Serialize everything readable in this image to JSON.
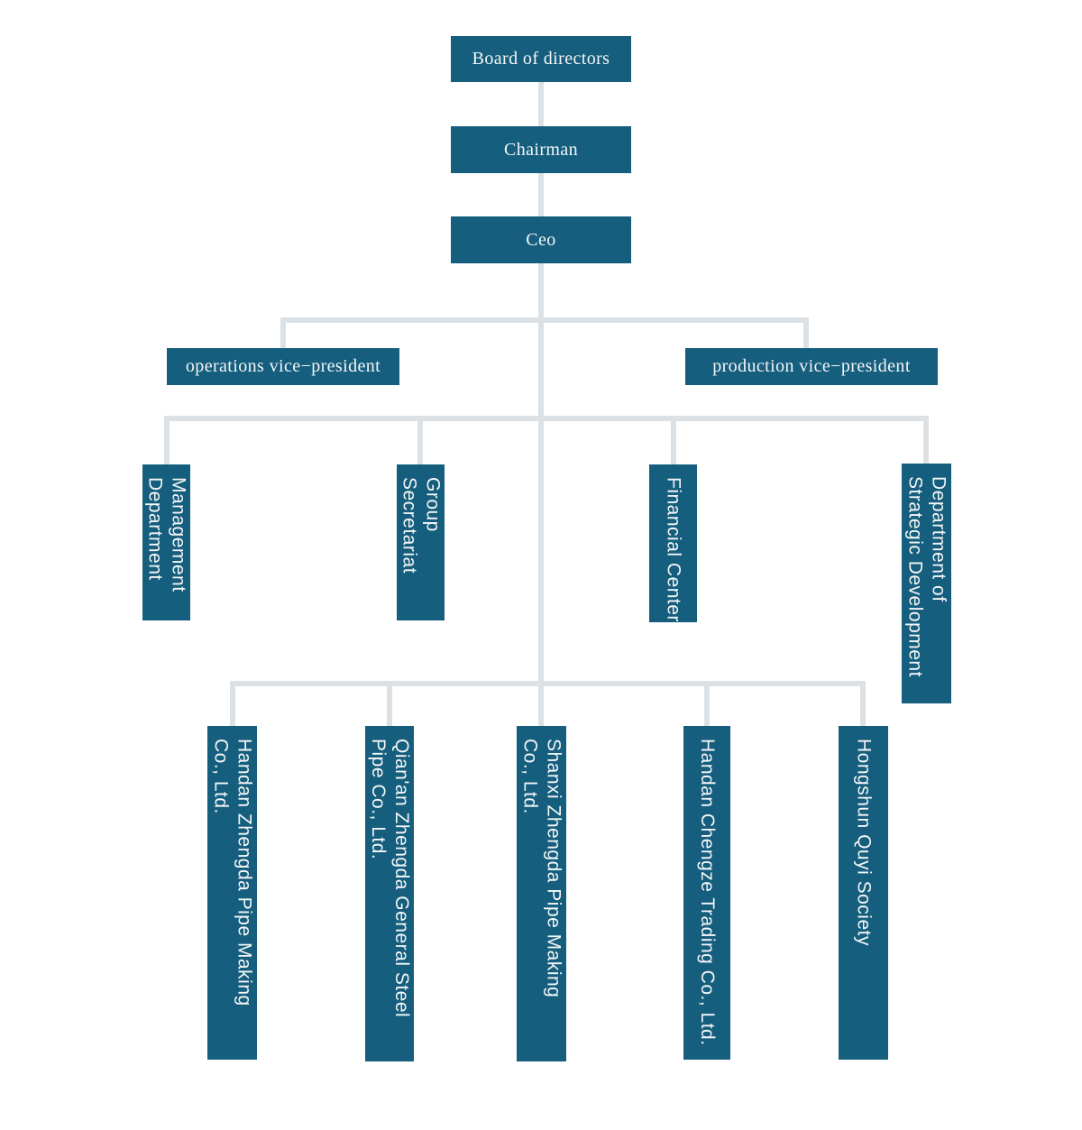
{
  "palette": {
    "box_fill": "#155E7D",
    "connector": "#DBE1E5",
    "box_text": "#F4F6F7",
    "background": "#FFFFFF"
  },
  "nodes": {
    "board": {
      "label": "Board of directors"
    },
    "chairman": {
      "label": "Chairman"
    },
    "ceo": {
      "label": "Ceo"
    },
    "operations_vp": {
      "label": "operations vice−president"
    },
    "production_vp": {
      "label": "production vice−president"
    },
    "management": {
      "label": "Management\nDepartment"
    },
    "secretariat": {
      "label": "Group Secretariat"
    },
    "financial": {
      "label": "Financial Center"
    },
    "strategic": {
      "label": "Department of\nStrategic Development"
    },
    "handan_pipe": {
      "label": "Handan Zhengda Pipe Making\nCo., Ltd."
    },
    "qianan_steel": {
      "label": "Qian'an Zhengda General Steel\nPipe Co., Ltd."
    },
    "shanxi_pipe": {
      "label": "Shanxi Zhengda Pipe Making\nCo., Ltd."
    },
    "handan_chengze": {
      "label": "Handan Chengze Trading Co., Ltd."
    },
    "hongshun": {
      "label": "Hongshun Quyi Society"
    }
  },
  "edges": [
    [
      "Board of directors",
      "Chairman"
    ],
    [
      "Chairman",
      "Ceo"
    ],
    [
      "Ceo",
      "operations vice−president"
    ],
    [
      "Ceo",
      "production vice−president"
    ],
    [
      "Ceo",
      "Management Department"
    ],
    [
      "Ceo",
      "Group Secretariat"
    ],
    [
      "Ceo",
      "Financial Center"
    ],
    [
      "Ceo",
      "Department of Strategic Development"
    ],
    [
      "Ceo",
      "Handan Zhengda Pipe Making Co., Ltd."
    ],
    [
      "Ceo",
      "Qian'an Zhengda General Steel Pipe Co., Ltd."
    ],
    [
      "Ceo",
      "Shanxi Zhengda Pipe Making Co., Ltd."
    ],
    [
      "Ceo",
      "Handan Chengze Trading Co., Ltd."
    ],
    [
      "Ceo",
      "Hongshun Quyi Society"
    ]
  ]
}
